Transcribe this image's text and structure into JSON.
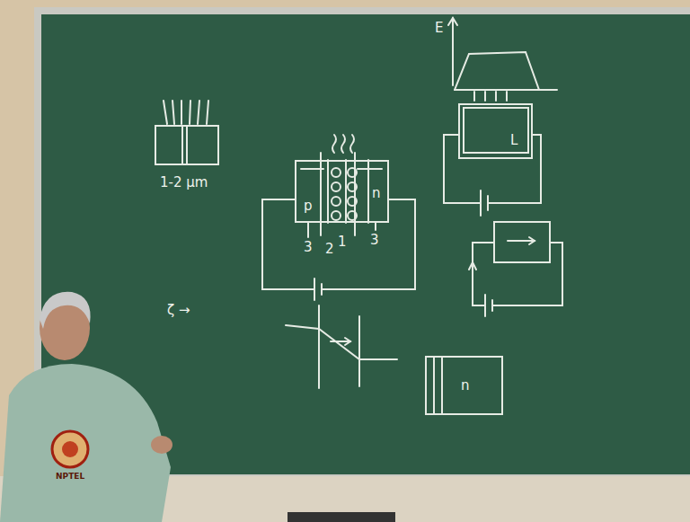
{
  "diagram": {
    "nodes": [
      {
        "text": [
          "p",
          "n"
        ]
      },
      {
        "text": [
          "L"
        ]
      },
      {
        "text": [
          "n"
        ]
      }
    ],
    "labels": [
      "1-2 μm",
      "3",
      "2",
      "1",
      "3",
      "E",
      "ζ →",
      "NPTEL"
    ]
  }
}
